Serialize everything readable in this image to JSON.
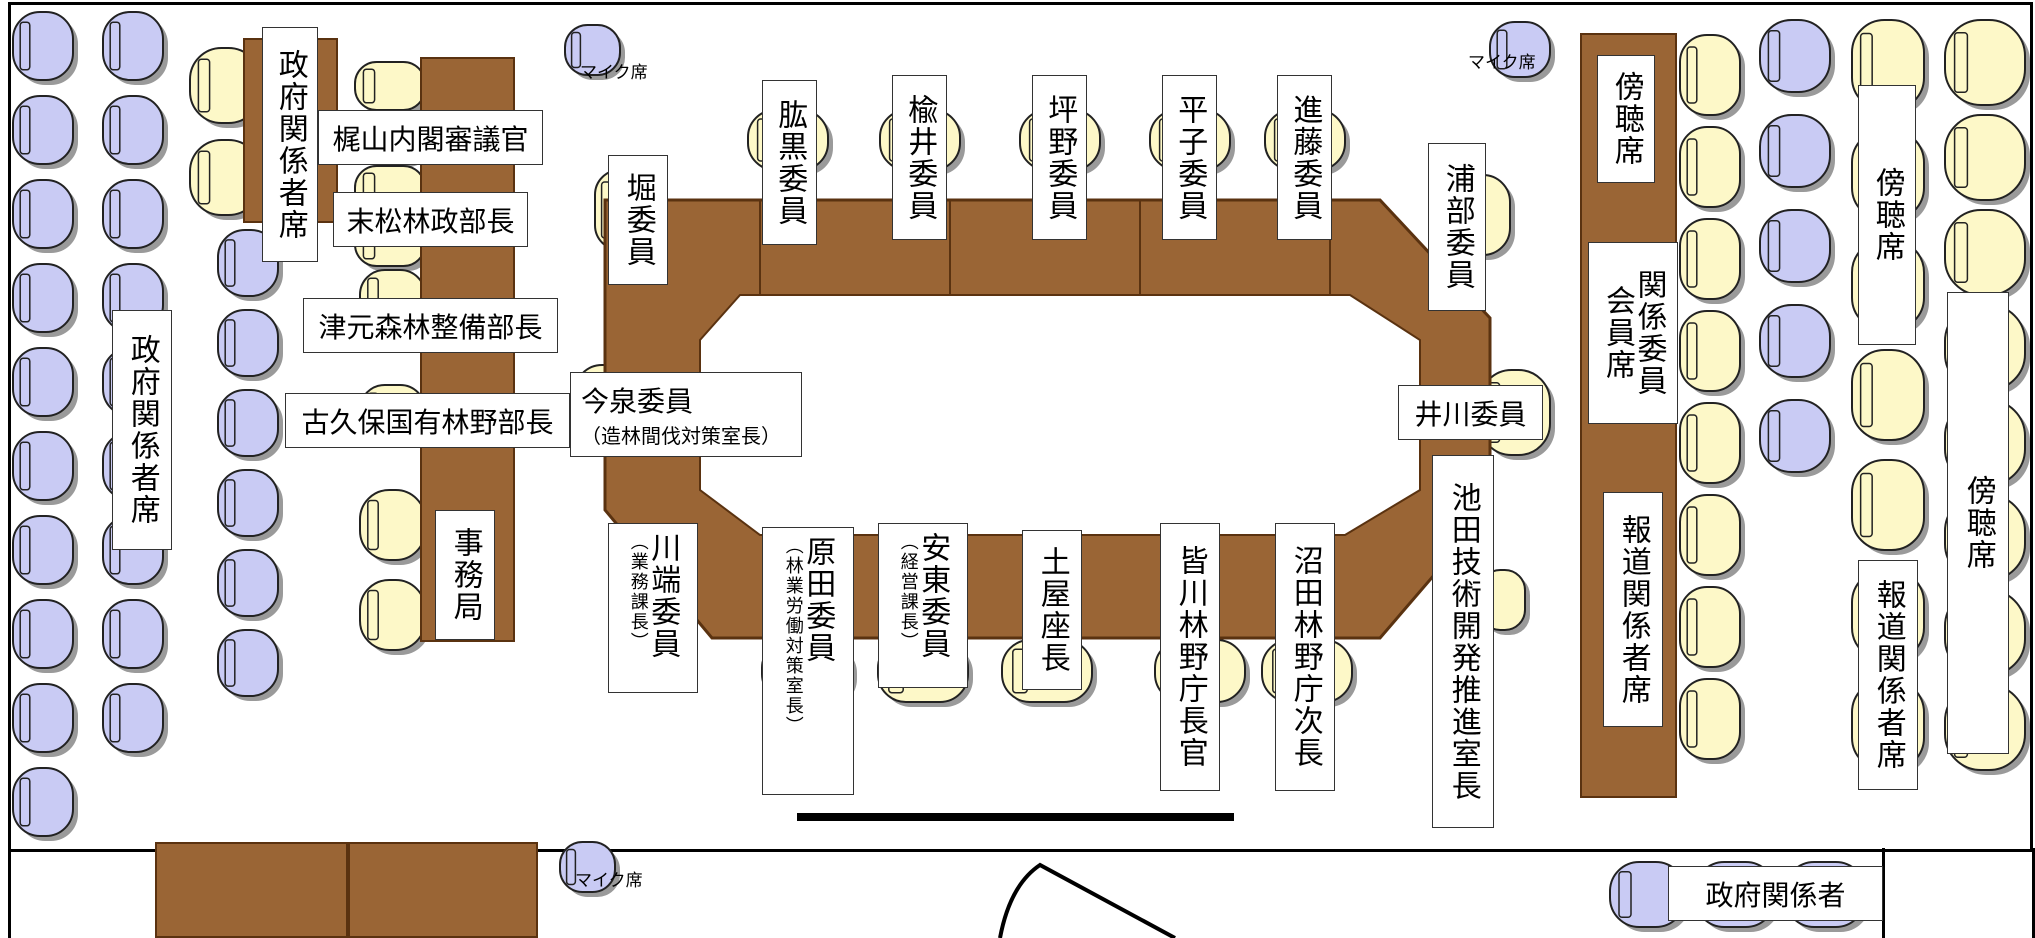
{
  "mic_label": "マイク席",
  "labels": {
    "gov_seat_left": "政府関係者席",
    "gov_seat_top": "政府関係者席",
    "kajiyama": "梶山内閣審議官",
    "suematsu": "末松林政部長",
    "tsumoto": "津元森林整備部長",
    "kubo": "古久保国有林野部長",
    "jimukyoku": "事務局",
    "hori": "堀委員",
    "hijikuro": "肱黒委員",
    "yui": "楡井委員",
    "tsubono": "坪野委員",
    "hirako": "平子委員",
    "shindo": "進藤委員",
    "urabe": "浦部委員",
    "imaizumi_name": "今泉委員",
    "imaizumi_role": "（造林間伐対策室長）",
    "ikawa": "井川委員",
    "ikeda": "池田技術開発推進室長",
    "kawabata_name": "川端委員",
    "kawabata_role": "（業務課長）",
    "harada_name": "原田委員",
    "harada_role": "（林業労働対策室長）",
    "ando_name": "安東委員",
    "ando_role": "（経営課長）",
    "tsuchiya": "土屋座長",
    "minagawa": "皆川林野庁長官",
    "numata": "沼田林野庁次長",
    "bocho_1": "傍聴席",
    "kankei_iin_l1": "関係委員",
    "kankei_iin_l2": "会員席",
    "hodo_left": "報道関係者席",
    "bocho_2": "傍聴席",
    "bocho_3": "傍聴席",
    "hodo_right": "報道関係者席",
    "gov_bottom": "政府関係者"
  },
  "colors": {
    "table_wood": "#9a6535",
    "blue_chair": "#c9cbf4",
    "yellow_chair": "#fdf8c8",
    "outline": "#000000"
  }
}
